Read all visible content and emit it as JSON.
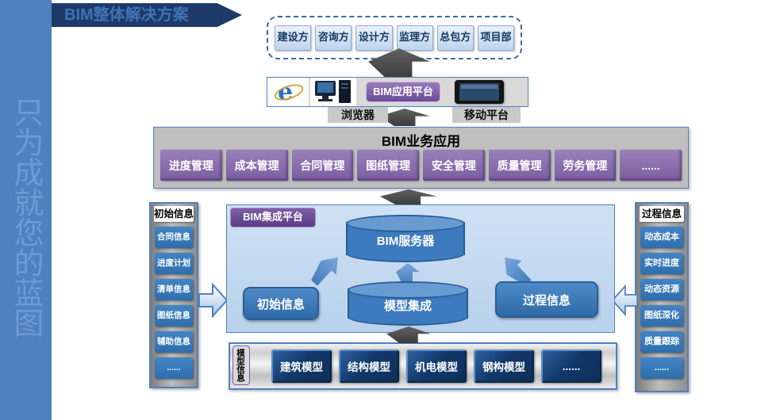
{
  "slide": {
    "sidebar_slogan": "只为成就您的蓝图",
    "banner_title": "BIM整体解决方案"
  },
  "stakeholders": {
    "items": [
      "建设方",
      "咨询方",
      "设计方",
      "监理方",
      "总包方",
      "项目部"
    ]
  },
  "access_layer": {
    "app_platform_label": "BIM应用平台",
    "browser_label": "浏览器",
    "mobile_label": "移动平台"
  },
  "business_apps": {
    "title": "BIM业务应用",
    "modules": [
      "进度管理",
      "成本管理",
      "合同管理",
      "图纸管理",
      "安全管理",
      "质量管理",
      "劳务管理",
      "......"
    ]
  },
  "initial_info": {
    "title": "初始信息",
    "items": [
      "合同信息",
      "进度计划",
      "清单信息",
      "图纸信息",
      "辅助信息",
      "......"
    ]
  },
  "process_info": {
    "title": "过程信息",
    "items": [
      "动态成本",
      "实时进度",
      "动态资源",
      "图纸深化",
      "质量跟踪",
      "......"
    ]
  },
  "integration_platform": {
    "tag": "BIM集成平台",
    "server_label": "BIM服务器",
    "initial_node": "初始信息",
    "model_node": "模型集成",
    "process_node": "过程信息"
  },
  "model_info": {
    "tag": "模型信息",
    "items": [
      "建筑模型",
      "结构模型",
      "机电模型",
      "钢构模型",
      "......"
    ]
  },
  "colors": {
    "accent_blue": "#4f81bd",
    "dark_navy": "#1e3a69",
    "module_purple": "#8064a2",
    "model_navy": "#123a6c",
    "platform_light_blue": "#c9dcf2",
    "panel_gray": "#bfbfbf"
  }
}
